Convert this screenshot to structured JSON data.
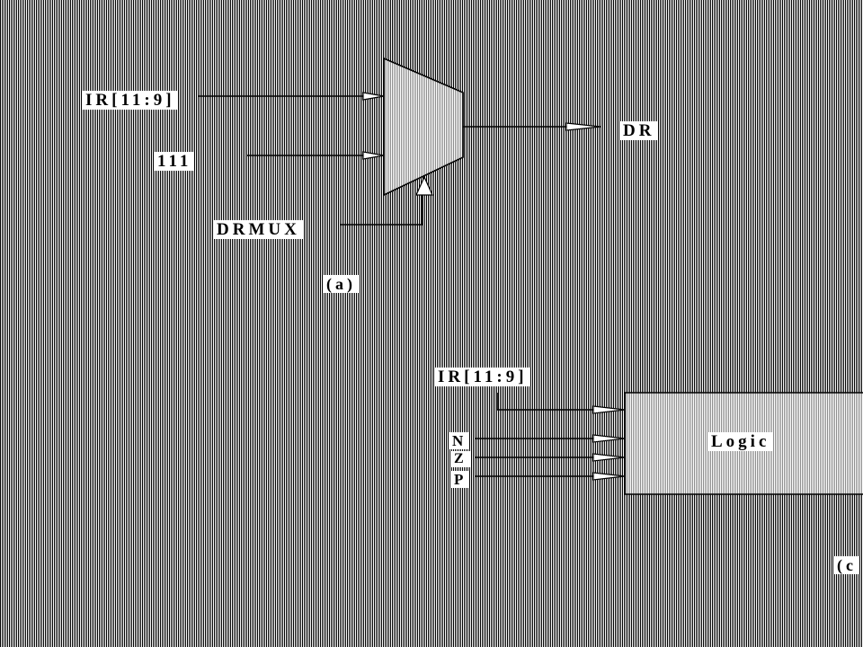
{
  "colors": {
    "ink": "#000000",
    "paper": "#ffffff"
  },
  "part_a": {
    "mux_input_top": "IR[11:9]",
    "mux_input_bottom": "111",
    "mux_output": "DR",
    "mux_select": "DRMUX",
    "caption": "(a)"
  },
  "part_c": {
    "logic_input_ir": "IR[11:9]",
    "logic_input_n": "N",
    "logic_input_z": "Z",
    "logic_input_p": "P",
    "logic_block": "Logic",
    "caption": "(c"
  }
}
